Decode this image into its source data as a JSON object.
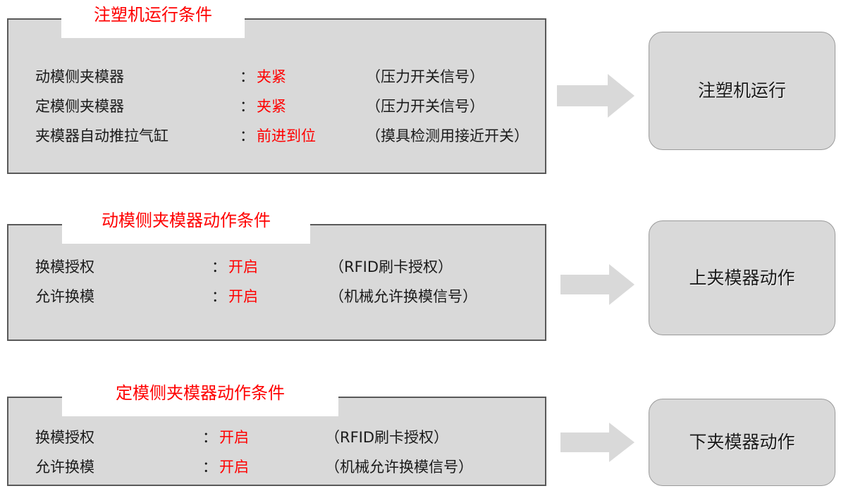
{
  "diagram": {
    "colors": {
      "panel_fill": "#d9d9d9",
      "panel_border": "#595959",
      "title_text": "#ff0000",
      "value_text": "#ff0000",
      "body_text": "#1a1a1a",
      "arrow_fill": "#d9d9d9",
      "result_fill": "#d9d9d9",
      "result_border": "#9a9a9a",
      "background": "#ffffff"
    },
    "groups": [
      {
        "id": "injection-machine-run",
        "title": "注塑机运行条件",
        "rows": [
          {
            "label": "动模侧夹模器",
            "colon": "：",
            "value": "夹紧",
            "note": "（压力开关信号）"
          },
          {
            "label": "定模侧夹模器",
            "colon": "：",
            "value": "夹紧",
            "note": "（压力开关信号）"
          },
          {
            "label": "夹模器自动推拉气缸",
            "colon": "：",
            "value": "前进到位",
            "note": "（摸具检测用接近开关）"
          }
        ],
        "arrow": {
          "name": "right-arrow-1"
        },
        "result": "注塑机运行"
      },
      {
        "id": "moving-side-clamp",
        "title": "动模侧夹模器动作条件",
        "rows": [
          {
            "label": "换模授权",
            "colon": "：",
            "value": "开启",
            "note": "（RFID刷卡授权）"
          },
          {
            "label": "允许换模",
            "colon": "：",
            "value": "开启",
            "note": "（机械允许换模信号）"
          }
        ],
        "arrow": {
          "name": "right-arrow-2"
        },
        "result": "上夹模器动作"
      },
      {
        "id": "fixed-side-clamp",
        "title": "定模侧夹模器动作条件",
        "rows": [
          {
            "label": "换模授权",
            "colon": "：",
            "value": "开启",
            "note": "（RFID刷卡授权）"
          },
          {
            "label": "允许换模",
            "colon": "：",
            "value": "开启",
            "note": "（机械允许换模信号）"
          }
        ],
        "arrow": {
          "name": "right-arrow-3"
        },
        "result": "下夹模器动作"
      }
    ]
  }
}
